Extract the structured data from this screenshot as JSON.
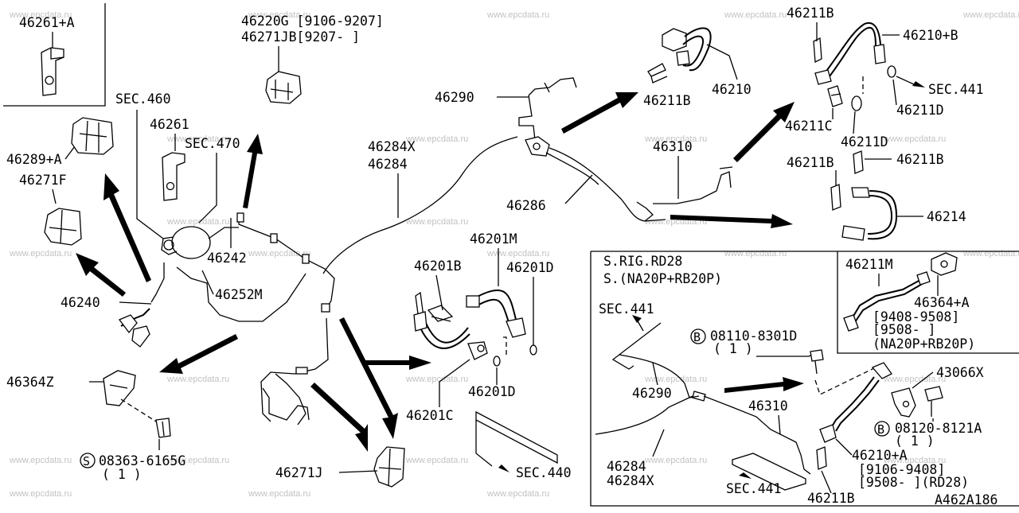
{
  "watermark": "www.epcdata.ru",
  "diagram_code": "A462A186",
  "inset": {
    "variant_line1": "S.RIG.RD28",
    "variant_line2": "S.(NA20P+RB20P)",
    "sub_inset_date1": "[9408-9508]",
    "sub_inset_date2": "[9508-    ]",
    "sub_inset_engine": "(NA20P+RB20P)",
    "bottom_date1": "[9106-9408]",
    "bottom_date2": "[9508-    ](RD28)"
  },
  "parts": {
    "p46261A": "46261+A",
    "p46220G": "46220G [9106-9207]",
    "p46271JB": "46271JB[9207-     ]",
    "p46211B_a": "46211B",
    "p46210B": "46210+B",
    "pSEC460": "SEC.460",
    "p46261": "46261",
    "pSEC470": "SEC.470",
    "p46289A": "46289+A",
    "p46271F": "46271F",
    "p46290": "46290",
    "p46211B_b": "46211B",
    "p46210": "46210",
    "pSEC441_a": "SEC.441",
    "p46211D_a": "46211D",
    "p46211C": "46211C",
    "p46211D_b": "46211D",
    "p46284X": "46284X",
    "p46284": "46284",
    "p46310": "46310",
    "p46211B_c": "46211B",
    "p46211B_d": "46211B",
    "p46286": "46286",
    "p46214": "46214",
    "p46242": "46242",
    "p46201M": "46201M",
    "p46201B": "46201B",
    "p46201D_a": "46201D",
    "p46211M": "46211M",
    "p46364A": "46364+A",
    "p46240": "46240",
    "p46252M": "46252M",
    "pSEC441_b": "SEC.441",
    "pBolt08110": "08110-8301D",
    "qty1_a": "( 1 )",
    "p46364Z": "46364Z",
    "p46201D_b": "46201D",
    "p46201C": "46201C",
    "p46290_b": "46290",
    "p43066X": "43066X",
    "pBolt08120": "08120-8121A",
    "qty1_b": "( 1 )",
    "p46310_b": "46310",
    "p46210A": "46210+A",
    "pScrew08363": "08363-6165G",
    "qty1_c": "( 1 )",
    "p46284_b": "46284",
    "p46284X_b": "46284X",
    "p46271J": "46271J",
    "pSEC440": "SEC.440",
    "pSEC441_c": "SEC.441",
    "p46211B_e": "46211B"
  },
  "symbols": {
    "bolt_b": "B",
    "screw_s": "S"
  }
}
